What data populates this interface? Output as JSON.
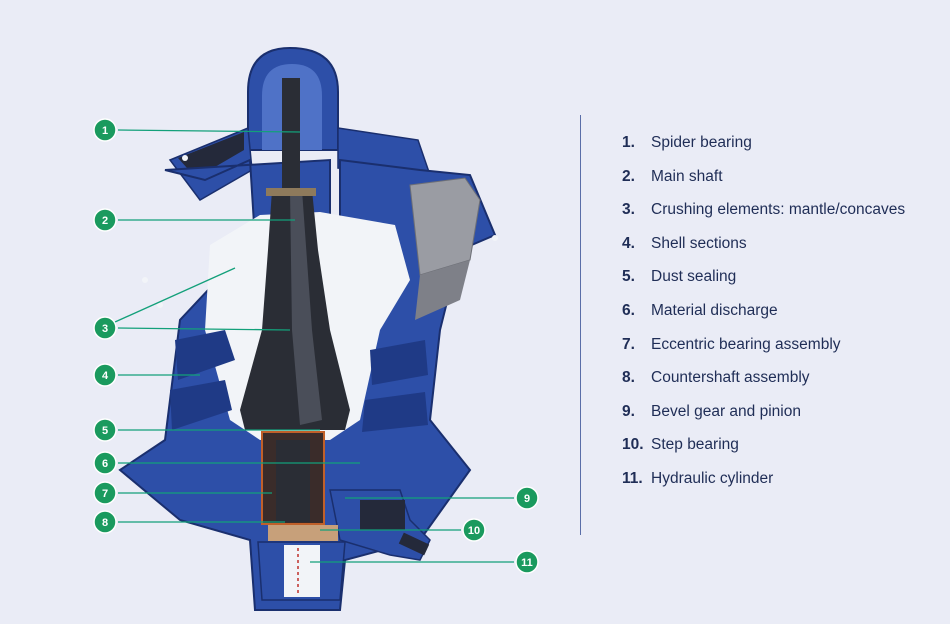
{
  "colors": {
    "background": "#eaecf6",
    "callout": "#1a9a5e",
    "leader": "#13a07a",
    "shell": "#2d4fa8",
    "shell_dark": "#1a2f6e",
    "interior": "#f2f4f8",
    "shaft": "#2a2d35",
    "legend_text": "#1f2d56"
  },
  "legend": [
    {
      "num": "1.",
      "text": "Spider bearing"
    },
    {
      "num": "2.",
      "text": "Main shaft"
    },
    {
      "num": "3.",
      "text": "Crushing elements: mantle/concaves"
    },
    {
      "num": "4.",
      "text": "Shell sections"
    },
    {
      "num": "5.",
      "text": "Dust sealing"
    },
    {
      "num": "6.",
      "text": "Material discharge"
    },
    {
      "num": "7.",
      "text": "Eccentric bearing assembly"
    },
    {
      "num": "8.",
      "text": "Countershaft assembly"
    },
    {
      "num": "9.",
      "text": "Bevel gear and pinion"
    },
    {
      "num": "10.",
      "text": "Step bearing"
    },
    {
      "num": "11.",
      "text": "Hydraulic cylinder"
    }
  ],
  "callouts": [
    {
      "label": "1"
    },
    {
      "label": "2"
    },
    {
      "label": "3"
    },
    {
      "label": "4"
    },
    {
      "label": "5"
    },
    {
      "label": "6"
    },
    {
      "label": "7"
    },
    {
      "label": "8"
    },
    {
      "label": "9"
    },
    {
      "label": "10"
    },
    {
      "label": "11"
    }
  ]
}
